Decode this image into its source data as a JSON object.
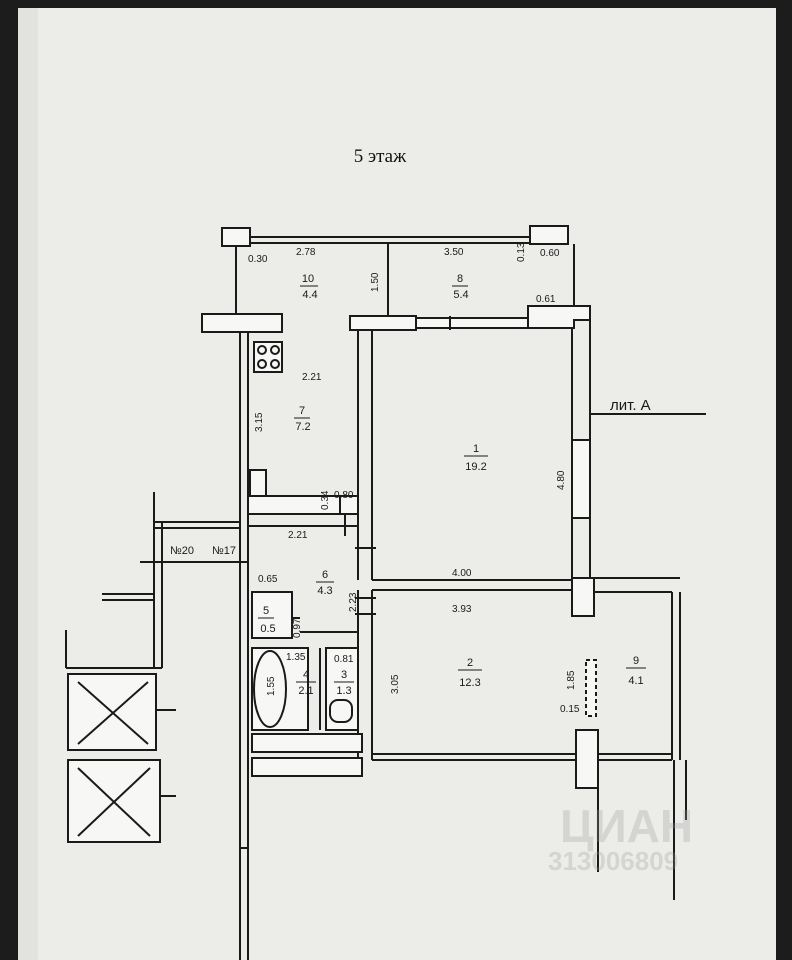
{
  "title": "5 этаж",
  "liter_label": "лит. А",
  "watermark": {
    "brand": "ЦИАН",
    "id": "313006809"
  },
  "rooms": [
    {
      "number": "1",
      "area": "19.2"
    },
    {
      "number": "2",
      "area": "12.3"
    },
    {
      "number": "3",
      "area": "1.3"
    },
    {
      "number": "4",
      "area": "2.1"
    },
    {
      "number": "5",
      "area": "0.5"
    },
    {
      "number": "6",
      "area": "4.3"
    },
    {
      "number": "7",
      "area": "7.2"
    },
    {
      "number": "8",
      "area": "5.4"
    },
    {
      "number": "9",
      "area": "4.1"
    },
    {
      "number": "10",
      "area": "4.4"
    }
  ],
  "neighbors": [
    "№20",
    "№17"
  ],
  "dimensions": [
    "2.78",
    "3.50",
    "0.30",
    "0.13",
    "0.60",
    "1.50",
    "0.61",
    "2.21",
    "3.15",
    "4.80",
    "0.34",
    "0.80",
    "2.21",
    "4.00",
    "0.65",
    "2.23",
    "3.93",
    "0.97",
    "1.35",
    "0.81",
    "1.55",
    "3.05",
    "1.85",
    "0.15"
  ],
  "colors": {
    "paper": "#eeeeec",
    "ink": "#1a1a1a",
    "wall_fill": "#f7f7f5"
  }
}
